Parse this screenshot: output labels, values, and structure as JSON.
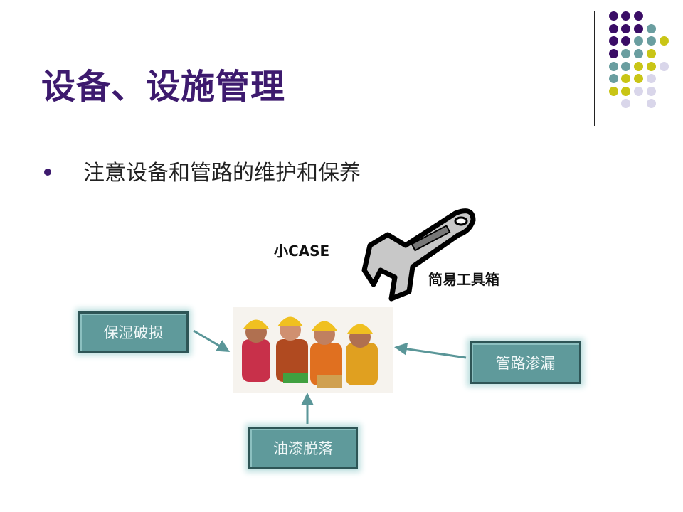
{
  "slide": {
    "title": "设备、设施管理",
    "bullet": "注意设备和管路的维护和保养",
    "image_labels": {
      "left": "小CASE",
      "right": "简易工具箱"
    },
    "boxes": {
      "left": "保湿破损",
      "right": "管路渗漏",
      "bottom": "油漆脱落"
    }
  },
  "colors": {
    "title": "#3d1a6e",
    "purple": "#3a0d66",
    "teal": "#6a9ea0",
    "yellow": "#c9c516",
    "lavender": "#d9d6ea",
    "box": "#5f9a9b"
  },
  "decor_dots": [
    [
      "P",
      "P",
      "P",
      "",
      "",
      ""
    ],
    [
      "P",
      "P",
      "P",
      "T",
      ""
    ],
    [
      "P",
      "P",
      "T",
      "T",
      "Y"
    ],
    [
      "P",
      "T",
      "T",
      "Y",
      ""
    ],
    [
      "T",
      "T",
      "Y",
      "Y",
      "L"
    ],
    [
      "T",
      "Y",
      "Y",
      "L",
      ""
    ],
    [
      "Y",
      "Y",
      "L",
      "L",
      ""
    ],
    [
      "",
      "L",
      "",
      "L",
      ""
    ]
  ]
}
